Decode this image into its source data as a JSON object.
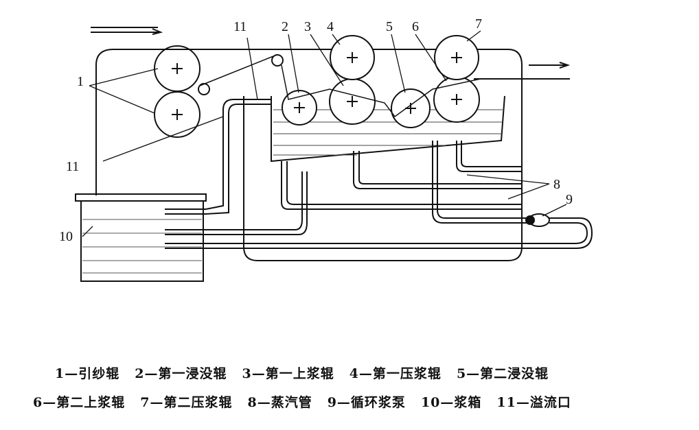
{
  "labels": {
    "n1": "1",
    "n2": "2",
    "n3": "3",
    "n4": "4",
    "n5": "5",
    "n6": "6",
    "n7": "7",
    "n8": "8",
    "n9": "9",
    "n10": "10",
    "n11a": "11",
    "n11b": "11"
  },
  "caption": {
    "row1": [
      "1—引纱辊",
      "2—第一浸没辊",
      "3—第一上浆辊",
      "4—第一压浆辊",
      "5—第二浸没辊"
    ],
    "row2": [
      "6—第二上浆辊",
      "7—第二压浆辊",
      "8—蒸汽管",
      "9—循环浆泵",
      "10—浆箱",
      "11—溢流口"
    ]
  }
}
